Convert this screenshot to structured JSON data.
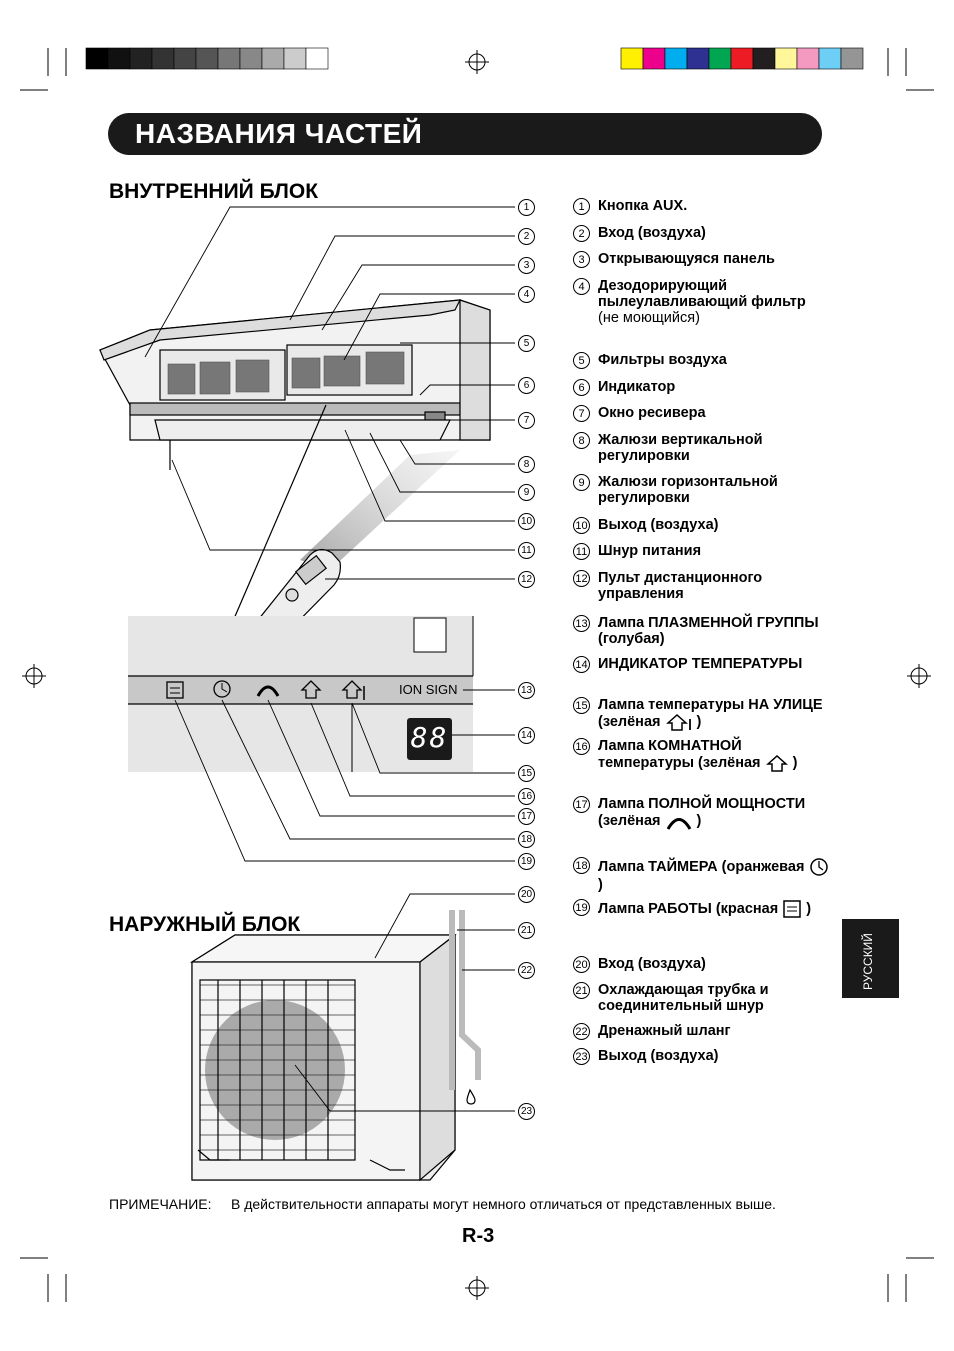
{
  "title": "НАЗВАНИЯ ЧАСТЕЙ",
  "indoor_heading": "ВНУТРЕННИЙ БЛОК",
  "outdoor_heading": "НАРУЖНЫЙ БЛОК",
  "panel_label": "ION SIGN",
  "display_digits": "88",
  "language_tab": "РУССКИЙ",
  "note_label": "ПРИМЕЧАНИЕ:",
  "note_text": "В действительности аппараты могут немного отличаться от представленных выше.",
  "page_number": "R-3",
  "callouts": [
    "1",
    "2",
    "3",
    "4",
    "5",
    "6",
    "7",
    "8",
    "9",
    "10",
    "11",
    "12",
    "13",
    "14",
    "15",
    "16",
    "17",
    "18",
    "19",
    "20",
    "21",
    "22",
    "23"
  ],
  "parts": [
    {
      "num": "1",
      "text": "Кнопка AUX."
    },
    {
      "num": "2",
      "text": "Вход (воздуха)"
    },
    {
      "num": "3",
      "text": "Открывающуяся панель"
    },
    {
      "num": "4",
      "text": "Дезодорирующий пылеулавливающий фильтр",
      "sub": "(не моющийся)"
    },
    {
      "num": "5",
      "text": "Фильтры воздуха"
    },
    {
      "num": "6",
      "text": "Индикатор"
    },
    {
      "num": "7",
      "text": "Окно ресивера"
    },
    {
      "num": "8",
      "text": "Жалюзи вертикальной регулировки"
    },
    {
      "num": "9",
      "text": "Жалюзи горизонтальной регулировки"
    },
    {
      "num": "10",
      "text": "Выход (воздуха)"
    },
    {
      "num": "11",
      "text": "Шнур питания"
    },
    {
      "num": "12",
      "text": "Пульт дистанционного управления"
    },
    {
      "num": "13",
      "text": "Лампа ПЛАЗМЕННОЙ ГРУППЫ (голубая)"
    },
    {
      "num": "14",
      "text": "ИНДИКАТОР ТЕМПЕРАТУРЫ"
    },
    {
      "num": "15",
      "text": "Лампа температуры НА УЛИЦЕ (зелёная",
      "tail": ")"
    },
    {
      "num": "16",
      "text": "Лампа КОМНАТНОЙ температуры (зелёная",
      "tail": ")"
    },
    {
      "num": "17",
      "text": "Лампа ПОЛНОЙ МОЩНОСТИ (зелёная",
      "tail": ")"
    },
    {
      "num": "18",
      "text": "Лампа ТАЙМЕРА (оранжевая",
      "tail": ")"
    },
    {
      "num": "19",
      "text": "Лампа РАБОТЫ (красная",
      "tail": ")"
    },
    {
      "num": "20",
      "text": "Вход (воздуха)"
    },
    {
      "num": "21",
      "text": "Охлаждающая трубка и соединительный шнур"
    },
    {
      "num": "22",
      "text": "Дренажный шланг"
    },
    {
      "num": "23",
      "text": "Выход (воздуха)"
    }
  ],
  "colors": {
    "title_bar": "#1a1a1a",
    "panel_gray": "#e6e6e6",
    "strip_gray": "#c8c8c8",
    "display_bg": "#1a1a1a"
  },
  "swatches_gray": [
    "#000000",
    "#111111",
    "#222222",
    "#333333",
    "#444444",
    "#555555",
    "#777777",
    "#888888",
    "#aaaaaa",
    "#cccccc",
    "#ffffff"
  ],
  "swatches_color": [
    "#ffef00",
    "#ec008c",
    "#00aeef",
    "#2e3192",
    "#00a651",
    "#ed1c24",
    "#231f20",
    "#fff799",
    "#f49ac1",
    "#6dcff6",
    "#959595"
  ]
}
